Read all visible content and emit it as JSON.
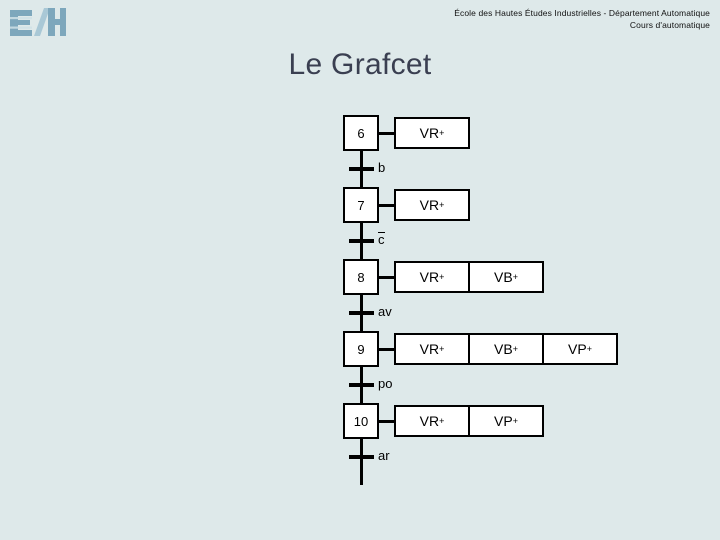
{
  "header": {
    "institution_line1": "École des Hautes Études Industrielles - Département Automatique",
    "institution_line2": "Cours d'automatique",
    "logo_name": "ehi-logo"
  },
  "title": "Le Grafcet",
  "colors": {
    "background": "#dee9ea",
    "title": "#3a3f51",
    "logo_dark": "#7da7bc",
    "logo_light": "#a9c8d6",
    "line": "#000000",
    "box_fill": "#ffffff"
  },
  "grafcet": {
    "steps": [
      {
        "number": "6",
        "actions": [
          {
            "text": "VR",
            "sup": "+"
          }
        ],
        "transition": {
          "label": "b",
          "overline": false
        }
      },
      {
        "number": "7",
        "actions": [
          {
            "text": "VR",
            "sup": "+"
          }
        ],
        "transition": {
          "label": "c",
          "overline": true
        }
      },
      {
        "number": "8",
        "actions": [
          {
            "text": "VR",
            "sup": "+"
          },
          {
            "text": "VB",
            "sup": "+"
          }
        ],
        "transition": {
          "label": "av",
          "overline": false
        }
      },
      {
        "number": "9",
        "actions": [
          {
            "text": "VR",
            "sup": "+"
          },
          {
            "text": "VB",
            "sup": "+"
          },
          {
            "text": "VP",
            "sup": "+"
          }
        ],
        "transition": {
          "label": "po",
          "overline": false
        }
      },
      {
        "number": "10",
        "actions": [
          {
            "text": "VR",
            "sup": "+"
          },
          {
            "text": "VP",
            "sup": "+"
          }
        ],
        "transition": {
          "label": "ar",
          "overline": false
        }
      }
    ]
  }
}
